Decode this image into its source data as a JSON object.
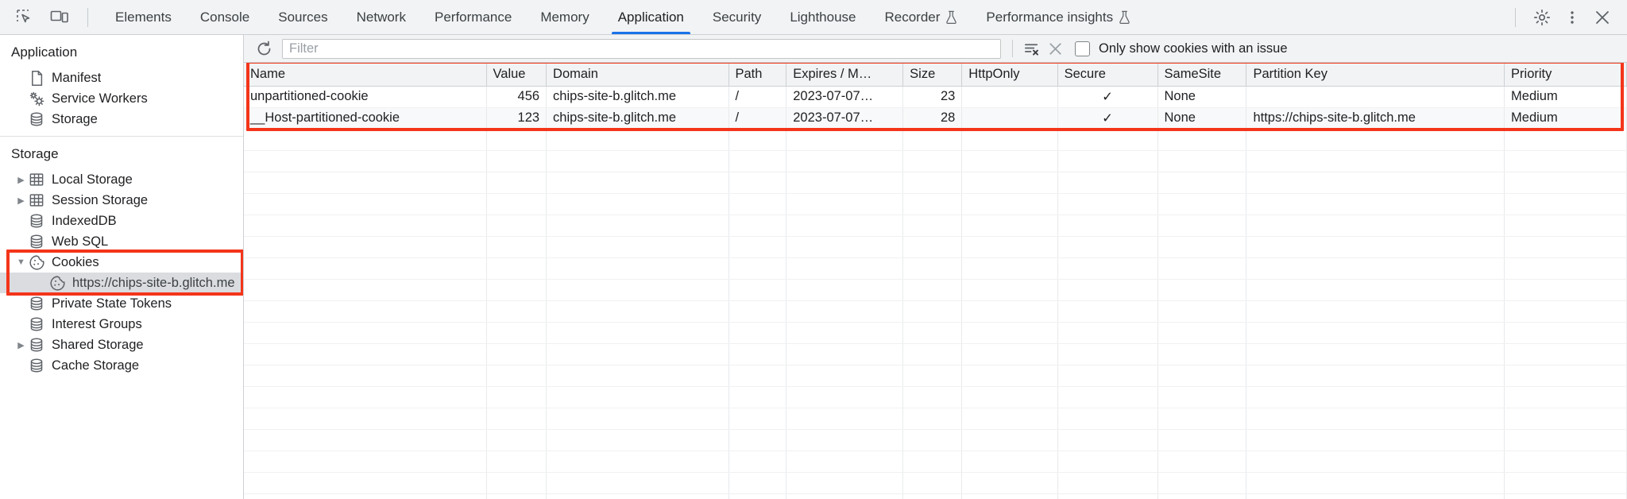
{
  "window": {
    "inspect_icon": "inspect-element-icon",
    "device_icon": "device-toolbar-icon",
    "settings_icon": "gear-icon",
    "more_icon": "more-options-icon",
    "close_icon": "close-icon"
  },
  "tabs": [
    {
      "label": "Elements",
      "active": false,
      "experimental": false
    },
    {
      "label": "Console",
      "active": false,
      "experimental": false
    },
    {
      "label": "Sources",
      "active": false,
      "experimental": false
    },
    {
      "label": "Network",
      "active": false,
      "experimental": false
    },
    {
      "label": "Performance",
      "active": false,
      "experimental": false
    },
    {
      "label": "Memory",
      "active": false,
      "experimental": false
    },
    {
      "label": "Application",
      "active": true,
      "experimental": false
    },
    {
      "label": "Security",
      "active": false,
      "experimental": false
    },
    {
      "label": "Lighthouse",
      "active": false,
      "experimental": false
    },
    {
      "label": "Recorder",
      "active": false,
      "experimental": true
    },
    {
      "label": "Performance insights",
      "active": false,
      "experimental": true
    }
  ],
  "sidebar": {
    "groups": [
      {
        "title": "Application",
        "items": [
          {
            "label": "Manifest",
            "icon": "document-icon",
            "twisty": "none",
            "depth": 0,
            "selected": false
          },
          {
            "label": "Service Workers",
            "icon": "gears-icon",
            "twisty": "none",
            "depth": 0,
            "selected": false
          },
          {
            "label": "Storage",
            "icon": "database-icon",
            "twisty": "none",
            "depth": 0,
            "selected": false
          }
        ]
      },
      {
        "title": "Storage",
        "items": [
          {
            "label": "Local Storage",
            "icon": "table-icon",
            "twisty": "collapsed",
            "depth": 0,
            "selected": false
          },
          {
            "label": "Session Storage",
            "icon": "table-icon",
            "twisty": "collapsed",
            "depth": 0,
            "selected": false
          },
          {
            "label": "IndexedDB",
            "icon": "database-icon",
            "twisty": "none",
            "depth": 0,
            "selected": false
          },
          {
            "label": "Web SQL",
            "icon": "database-icon",
            "twisty": "none",
            "depth": 0,
            "selected": false
          },
          {
            "label": "Cookies",
            "icon": "cookie-icon",
            "twisty": "expanded",
            "depth": 0,
            "selected": false
          },
          {
            "label": "https://chips-site-b.glitch.me",
            "icon": "cookie-icon",
            "twisty": "none",
            "depth": 1,
            "selected": true
          },
          {
            "label": "Private State Tokens",
            "icon": "database-icon",
            "twisty": "none",
            "depth": 0,
            "selected": false
          },
          {
            "label": "Interest Groups",
            "icon": "database-icon",
            "twisty": "none",
            "depth": 0,
            "selected": false
          },
          {
            "label": "Shared Storage",
            "icon": "database-icon",
            "twisty": "collapsed",
            "depth": 0,
            "selected": false
          },
          {
            "label": "Cache Storage",
            "icon": "database-icon",
            "twisty": "none",
            "depth": 0,
            "selected": false
          }
        ]
      }
    ]
  },
  "toolbar": {
    "refresh_icon": "refresh-icon",
    "filter_placeholder": "Filter",
    "filter_value": "",
    "clear_filter_icon": "clear-filter-icon",
    "clear_all_icon": "clear-all-x-icon",
    "issue_checkbox_label": "Only show cookies with an issue",
    "issue_checkbox_checked": false
  },
  "table": {
    "columns": [
      "Name",
      "Value",
      "Domain",
      "Path",
      "Expires / M…",
      "Size",
      "HttpOnly",
      "Secure",
      "SameSite",
      "Partition Key",
      "Priority"
    ],
    "rows": [
      {
        "name": "unpartitioned-cookie",
        "value": "456",
        "domain": "chips-site-b.glitch.me",
        "path": "/",
        "expires": "2023-07-07…",
        "size": "23",
        "httponly": "",
        "secure": "✓",
        "samesite": "None",
        "partition_key": "",
        "priority": "Medium"
      },
      {
        "name": "__Host-partitioned-cookie",
        "value": "123",
        "domain": "chips-site-b.glitch.me",
        "path": "/",
        "expires": "2023-07-07…",
        "size": "28",
        "httponly": "",
        "secure": "✓",
        "samesite": "None",
        "partition_key": "https://chips-site-b.glitch.me",
        "priority": "Medium"
      }
    ]
  },
  "annotations": {
    "color": "#f4351a",
    "regions": [
      "cookies-tree-section",
      "cookie-table-rows"
    ]
  }
}
